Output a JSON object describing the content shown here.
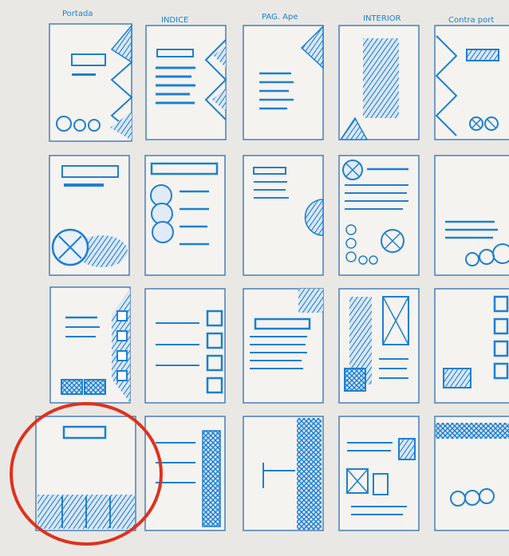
{
  "colors": {
    "paper": "#e9e8e4",
    "ink": "#1f7fd0",
    "frame": "#4a7fb8",
    "highlight": "#e0301e"
  },
  "column_labels": [
    "Portada",
    "INDICE",
    "PAG. Ape",
    "INTERIOR",
    "Contra port"
  ],
  "highlighted_thumbnail": "row-4-col-1"
}
